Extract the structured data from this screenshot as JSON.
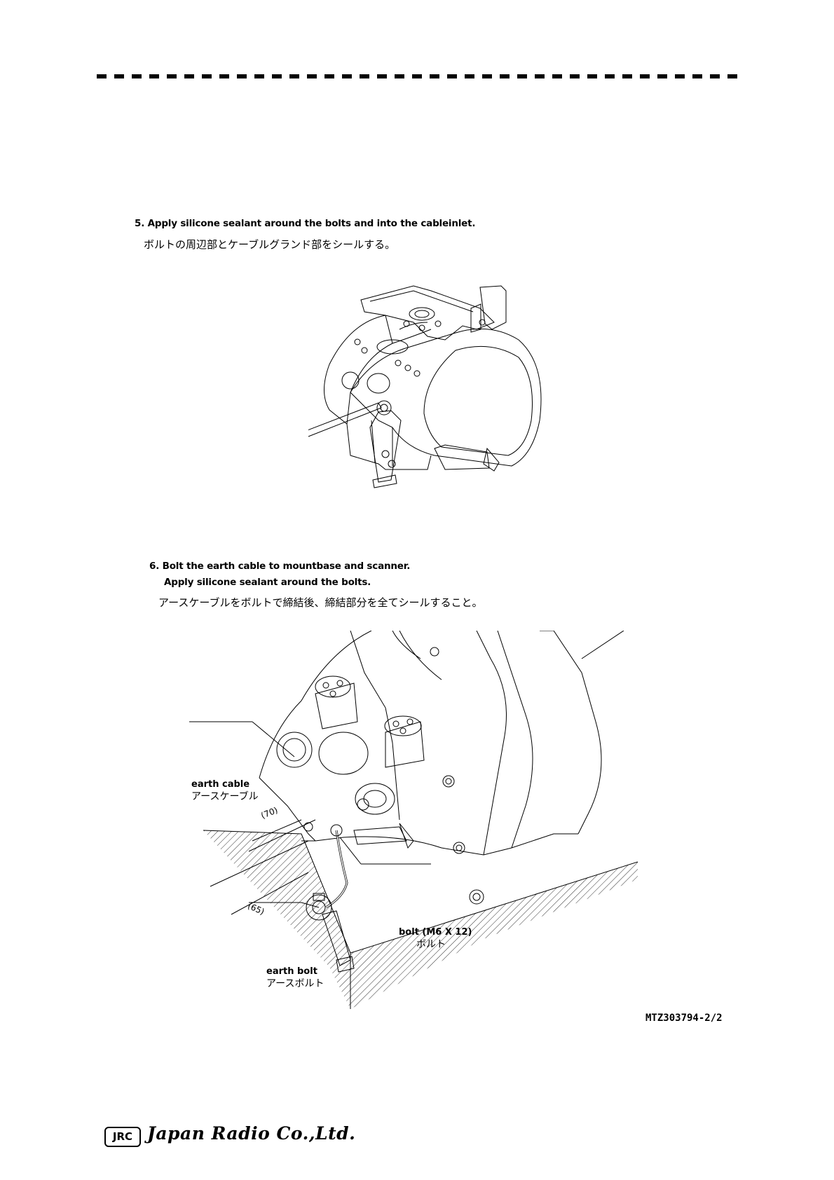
{
  "steps": [
    {
      "en": "5. Apply silicone sealant around the bolts and into the cableinlet.",
      "jp": "ボルトの周辺部とケーブルグランド部をシールする。"
    },
    {
      "en": "6. Bolt the earth cable to mountbase and scanner.",
      "en2": "Apply silicone sealant around the bolts.",
      "jp": "アースケーブルをボルトで締結後、締結部分を全てシールすること。"
    }
  ],
  "callouts": {
    "earth_cable": {
      "en": "earth cable",
      "jp": "アースケーブル"
    },
    "bolt": {
      "en": "bolt (M6 X 12)",
      "jp": "ボルト"
    },
    "earth_bolt": {
      "en": "earth bolt",
      "jp": "アースボルト"
    }
  },
  "dimensions": {
    "d70": "(70)",
    "d65": "(65)"
  },
  "doc_number": "MTZ303794-2/2",
  "logo": {
    "mark": "JRC",
    "company": "Japan Radio Co.,Ltd."
  }
}
